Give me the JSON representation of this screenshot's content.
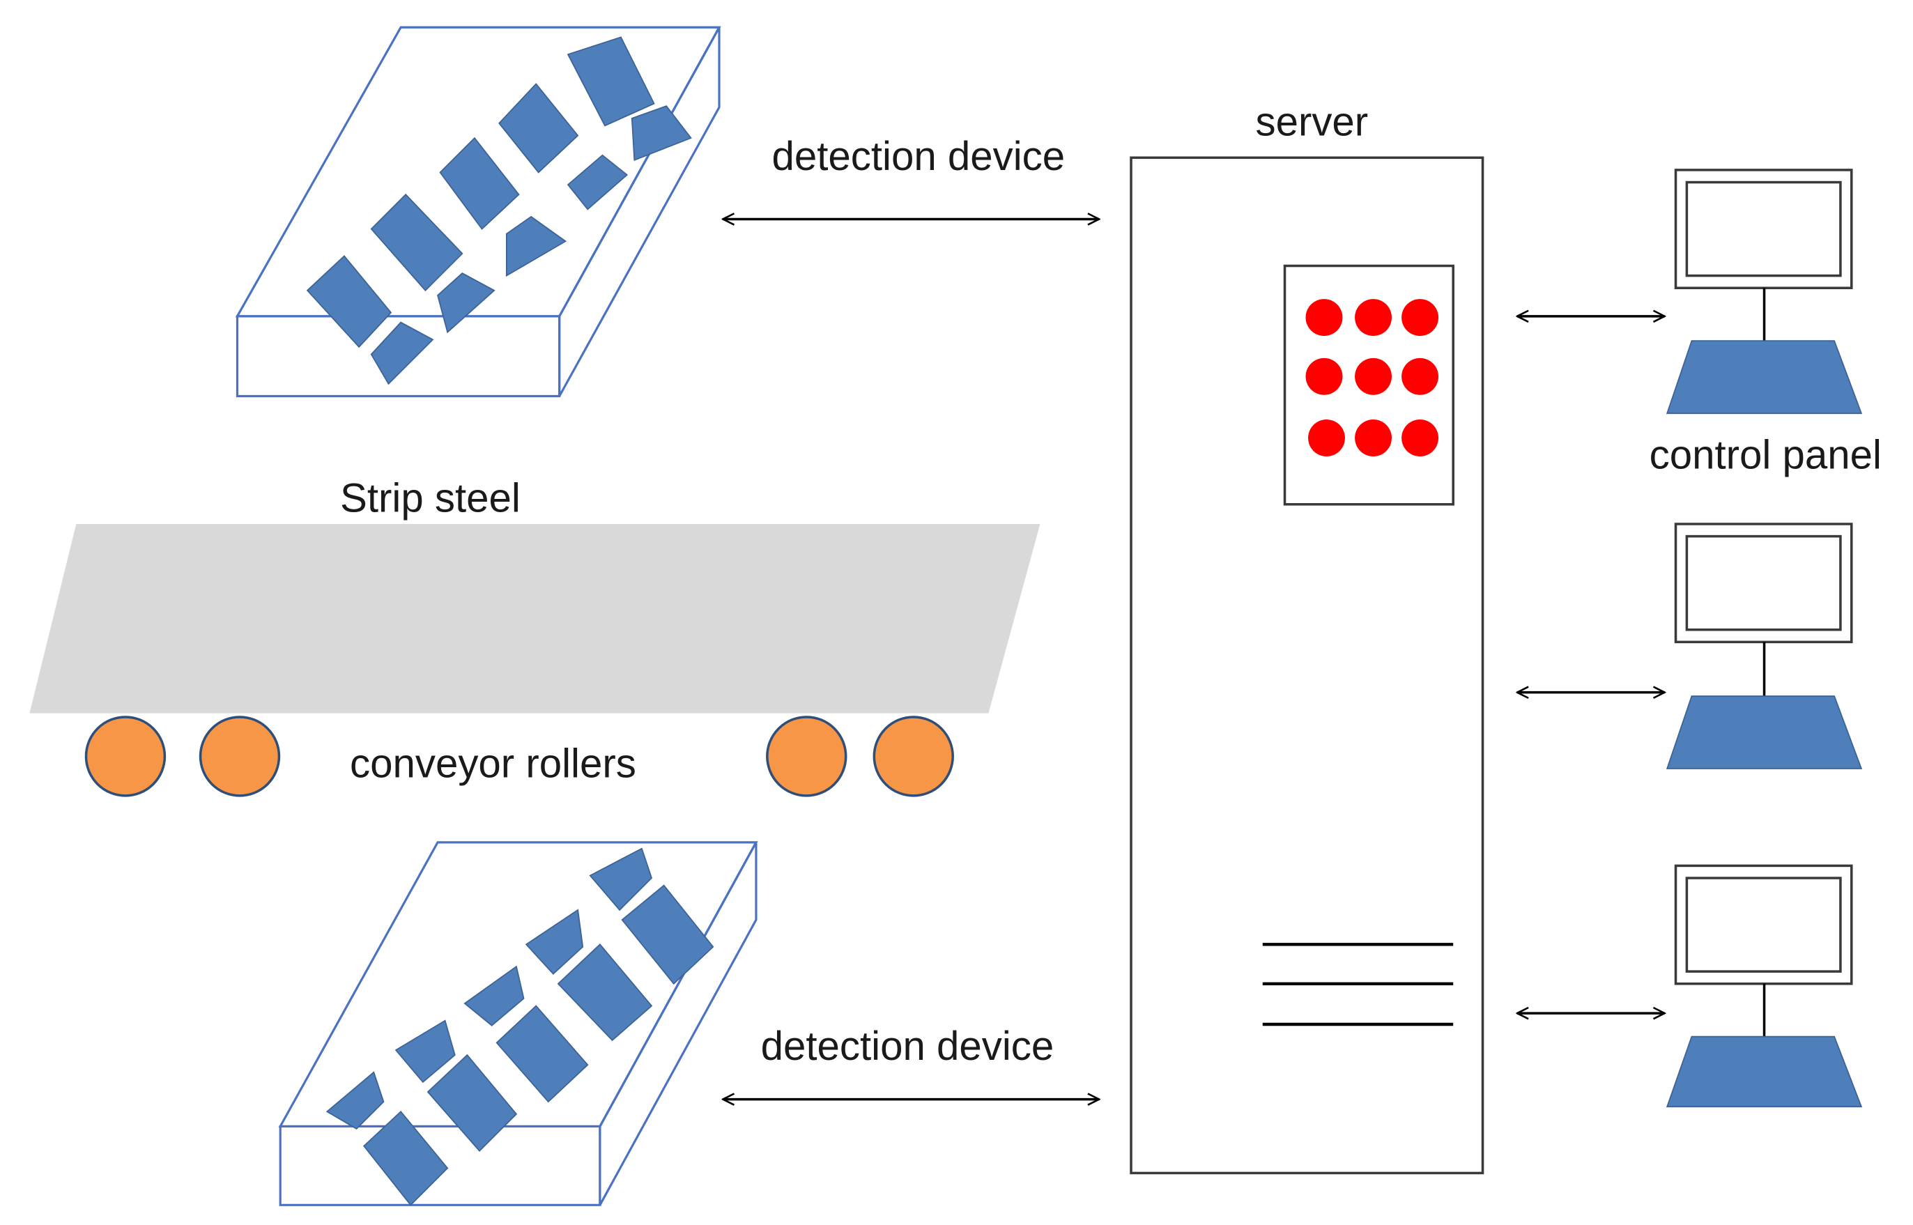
{
  "labels": {
    "detection_device_top": "detection device",
    "detection_device_bottom": "detection device",
    "server": "server",
    "control_panel": "control panel",
    "strip_steel": "Strip steel",
    "conveyor_rollers": "conveyor rollers"
  },
  "colors": {
    "device_outline": "#4a72c4",
    "device_block": "#4f7fba",
    "block_edge": "#3c6296",
    "strip": "#d9d9d9",
    "roller": "#f79646",
    "roller_edge": "#2f4f7a",
    "server_indicator": "#ff0000",
    "monitor_base": "#4f7fba",
    "line": "#000000"
  },
  "server": {
    "indicator_count": 9,
    "slot_lines": 3
  },
  "control_panel": {
    "count": 3
  },
  "conveyor": {
    "roller_count": 4
  }
}
